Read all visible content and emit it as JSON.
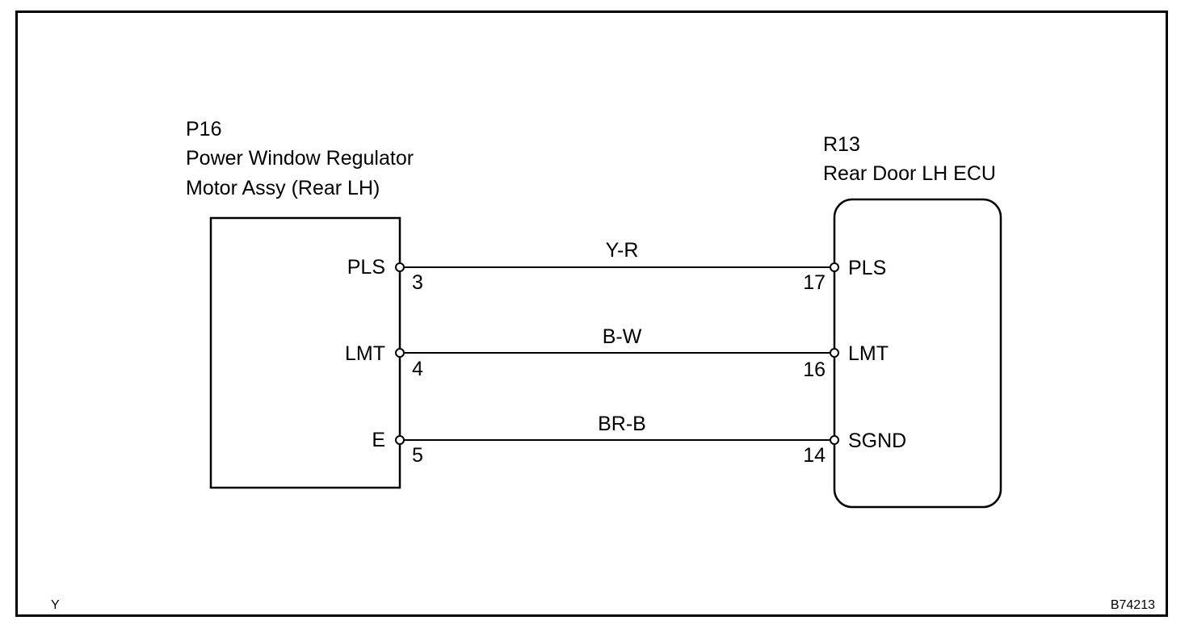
{
  "left_component": {
    "code": "P16",
    "name_line1": "Power Window Regulator",
    "name_line2": "Motor Assy (Rear LH)"
  },
  "right_component": {
    "code": "R13",
    "name": "Rear Door LH ECU"
  },
  "connections": [
    {
      "left_terminal": "PLS",
      "left_pin": "3",
      "wire": "Y-R",
      "right_pin": "17",
      "right_terminal": "PLS"
    },
    {
      "left_terminal": "LMT",
      "left_pin": "4",
      "wire": "B-W",
      "right_pin": "16",
      "right_terminal": "LMT"
    },
    {
      "left_terminal": "E",
      "left_pin": "5",
      "wire": "BR-B",
      "right_pin": "14",
      "right_terminal": "SGND"
    }
  ],
  "footer": {
    "left_mark": "Y",
    "figure_id": "B74213"
  }
}
